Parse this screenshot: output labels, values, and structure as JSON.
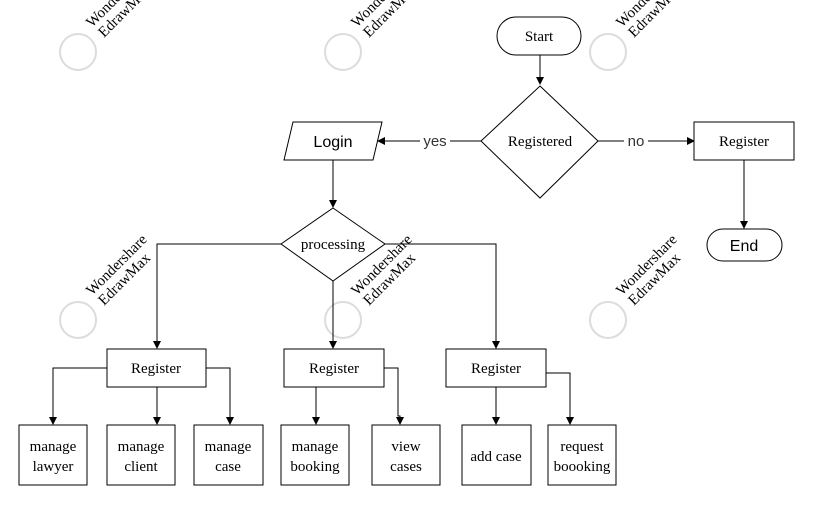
{
  "watermark": {
    "line1": "Wondershare",
    "line2": "EdrawMax"
  },
  "nodes": {
    "start": "Start",
    "registered": "Registered",
    "login": "Login",
    "register_top": "Register",
    "end": "End",
    "processing": "processing",
    "register_left": "Register",
    "register_mid": "Register",
    "register_right": "Register",
    "manage_lawyer": [
      "manage",
      "lawyer"
    ],
    "manage_client": [
      "manage",
      "client"
    ],
    "manage_case": [
      "manage",
      "case"
    ],
    "manage_booking": [
      "manage",
      "booking"
    ],
    "view_cases": [
      "view",
      "cases"
    ],
    "add_case": "add case",
    "request_boooking": [
      "request",
      "boooking"
    ]
  },
  "edge_labels": {
    "yes": "yes",
    "no": "no"
  },
  "colors": {
    "stroke": "#000000",
    "fill": "#ffffff",
    "watermark": "#d8d8d8"
  }
}
